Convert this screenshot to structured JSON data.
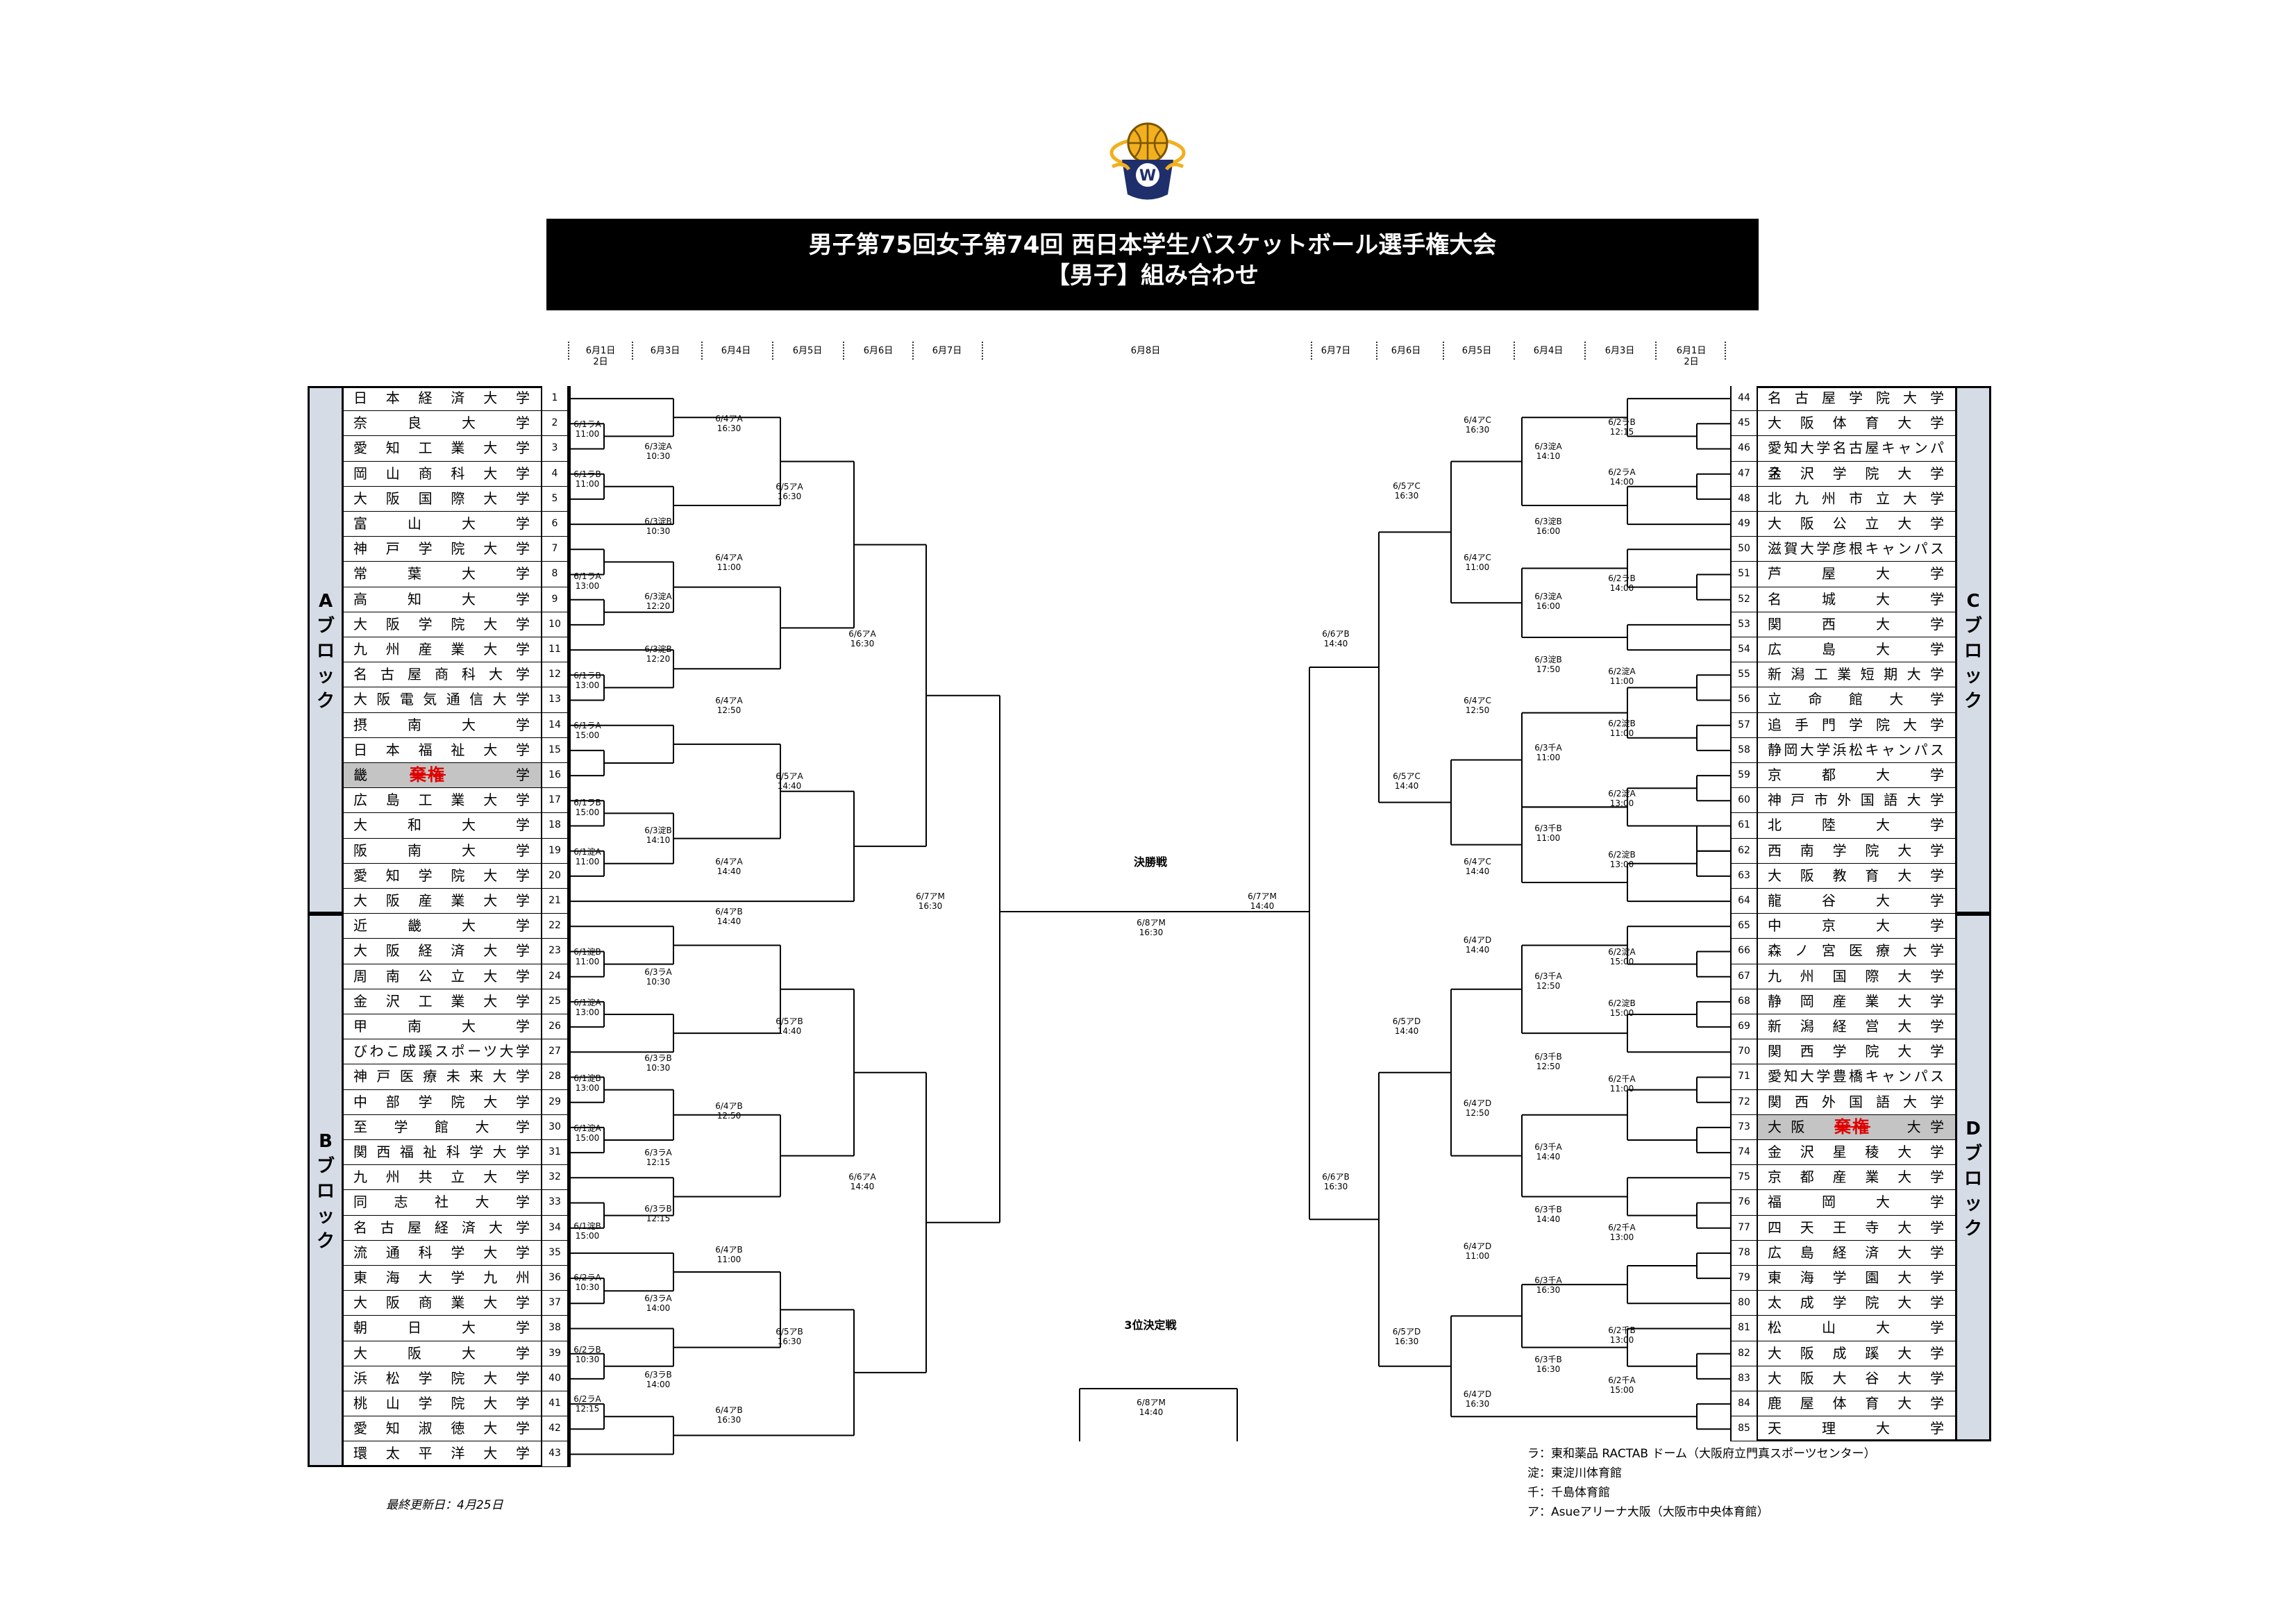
{
  "title": {
    "line1": "男子第75回女子第74回 西日本学生バスケットボール選手権大会",
    "line2": "【男子】組み合わせ"
  },
  "dates_left": [
    "6月1日\n2日",
    "6月3日",
    "6月4日",
    "6月5日",
    "6月6日",
    "6月7日"
  ],
  "date_center": "6月8日",
  "dates_right": [
    "6月7日",
    "6月6日",
    "6月5日",
    "6月4日",
    "6月3日",
    "6月1日\n2日"
  ],
  "blocks": {
    "A": "Aブロック",
    "B": "Bブロック",
    "C": "Cブロック",
    "D": "Dブロック"
  },
  "teams_left": [
    {
      "no": "1",
      "name": "日本経済大学"
    },
    {
      "no": "2",
      "name": "奈良大学"
    },
    {
      "no": "3",
      "name": "愛知工業大学"
    },
    {
      "no": "4",
      "name": "岡山商科大学"
    },
    {
      "no": "5",
      "name": "大阪国際大学"
    },
    {
      "no": "6",
      "name": "富山大学"
    },
    {
      "no": "7",
      "name": "神戸学院大学"
    },
    {
      "no": "8",
      "name": "常葉大学"
    },
    {
      "no": "9",
      "name": "高知大学"
    },
    {
      "no": "10",
      "name": "大阪学院大学"
    },
    {
      "no": "11",
      "name": "九州産業大学"
    },
    {
      "no": "12",
      "name": "名古屋商科大学"
    },
    {
      "no": "13",
      "name": "大阪電気通信大学"
    },
    {
      "no": "14",
      "name": "摂南大学"
    },
    {
      "no": "15",
      "name": "日本福祉大学"
    },
    {
      "no": "16",
      "name": "畿　　　　　学",
      "status": "棄権",
      "disqualified": true
    },
    {
      "no": "17",
      "name": "広島工業大学"
    },
    {
      "no": "18",
      "name": "大和大学"
    },
    {
      "no": "19",
      "name": "阪南大学"
    },
    {
      "no": "20",
      "name": "愛知学院大学"
    },
    {
      "no": "21",
      "name": "大阪産業大学"
    },
    {
      "no": "22",
      "name": "近畿大学"
    },
    {
      "no": "23",
      "name": "大阪経済大学"
    },
    {
      "no": "24",
      "name": "周南公立大学"
    },
    {
      "no": "25",
      "name": "金沢工業大学"
    },
    {
      "no": "26",
      "name": "甲南大学"
    },
    {
      "no": "27",
      "name": "びわこ成蹊スポーツ大学"
    },
    {
      "no": "28",
      "name": "神戸医療未来大学"
    },
    {
      "no": "29",
      "name": "中部学院大学"
    },
    {
      "no": "30",
      "name": "至学館大学"
    },
    {
      "no": "31",
      "name": "関西福祉科学大学"
    },
    {
      "no": "32",
      "name": "九州共立大学"
    },
    {
      "no": "33",
      "name": "同志社大学"
    },
    {
      "no": "34",
      "name": "名古屋経済大学"
    },
    {
      "no": "35",
      "name": "流通科学大学"
    },
    {
      "no": "36",
      "name": "東海大学九州"
    },
    {
      "no": "37",
      "name": "大阪商業大学"
    },
    {
      "no": "38",
      "name": "朝日大学"
    },
    {
      "no": "39",
      "name": "大阪大学"
    },
    {
      "no": "40",
      "name": "浜松学院大学"
    },
    {
      "no": "41",
      "name": "桃山学院大学"
    },
    {
      "no": "42",
      "name": "愛知淑徳大学"
    },
    {
      "no": "43",
      "name": "環太平洋大学"
    }
  ],
  "teams_right": [
    {
      "no": "44",
      "name": "名古屋学院大学"
    },
    {
      "no": "45",
      "name": "大阪体育大学"
    },
    {
      "no": "46",
      "name": "愛知大学名古屋キャンパス"
    },
    {
      "no": "47",
      "name": "金沢学院大学"
    },
    {
      "no": "48",
      "name": "北九州市立大学"
    },
    {
      "no": "49",
      "name": "大阪公立大学"
    },
    {
      "no": "50",
      "name": "滋賀大学彦根キャンパス"
    },
    {
      "no": "51",
      "name": "芦屋大学"
    },
    {
      "no": "52",
      "name": "名城大学"
    },
    {
      "no": "53",
      "name": "関西大学"
    },
    {
      "no": "54",
      "name": "広島大学"
    },
    {
      "no": "55",
      "name": "新潟工業短期大学"
    },
    {
      "no": "56",
      "name": "立命館大学"
    },
    {
      "no": "57",
      "name": "追手門学院大学"
    },
    {
      "no": "58",
      "name": "静岡大学浜松キャンパス"
    },
    {
      "no": "59",
      "name": "京都大学"
    },
    {
      "no": "60",
      "name": "神戸市外国語大学"
    },
    {
      "no": "61",
      "name": "北陸大学"
    },
    {
      "no": "62",
      "name": "西南学院大学"
    },
    {
      "no": "63",
      "name": "大阪教育大学"
    },
    {
      "no": "64",
      "name": "龍谷大学"
    },
    {
      "no": "65",
      "name": "中京大学"
    },
    {
      "no": "66",
      "name": "森ノ宮医療大学"
    },
    {
      "no": "67",
      "name": "九州国際大学"
    },
    {
      "no": "68",
      "name": "静岡産業大学"
    },
    {
      "no": "69",
      "name": "新潟経営大学"
    },
    {
      "no": "70",
      "name": "関西学院大学"
    },
    {
      "no": "71",
      "name": "愛知大学豊橋キャンパス"
    },
    {
      "no": "72",
      "name": "関西外国語大学"
    },
    {
      "no": "73",
      "name": "大阪　　　　大学",
      "status": "棄権",
      "disqualified": true
    },
    {
      "no": "74",
      "name": "金沢星稜大学"
    },
    {
      "no": "75",
      "name": "京都産業大学"
    },
    {
      "no": "76",
      "name": "福岡大学"
    },
    {
      "no": "77",
      "name": "四天王寺大学"
    },
    {
      "no": "78",
      "name": "広島経済大学"
    },
    {
      "no": "79",
      "name": "東海学園大学"
    },
    {
      "no": "80",
      "name": "太成学院大学"
    },
    {
      "no": "81",
      "name": "松山大学"
    },
    {
      "no": "82",
      "name": "大阪成蹊大学"
    },
    {
      "no": "83",
      "name": "大阪大谷大学"
    },
    {
      "no": "84",
      "name": "鹿屋体育大学"
    },
    {
      "no": "85",
      "name": "天理大学"
    }
  ],
  "match_labels_left": [
    "6/1ラA\n11:00",
    "6/1ラB\n11:00",
    "6/1ラA\n13:00",
    "6/1ラB\n13:00",
    "6/1ラA\n15:00",
    "6/1ラB\n15:00",
    "6/1淀A\n11:00",
    "6/1淀B\n11:00",
    "6/1淀A\n13:00",
    "6/1淀B\n13:00",
    "6/1淀A\n15:00",
    "6/1淀B\n15:00",
    "6/2ラA\n10:30",
    "6/2ラB\n10:30",
    "6/2ラA\n12:15",
    "6/3淀A\n10:30",
    "6/3淀B\n10:30",
    "6/3淀A\n12:20",
    "6/3淀B\n12:20",
    "6/3淀B\n14:10",
    "6/3ラA\n10:30",
    "6/3ラB\n10:30",
    "6/3ラA\n12:15",
    "6/3ラB\n12:15",
    "6/3ラA\n14:00",
    "6/3ラB\n14:00",
    "6/4アA\n16:30",
    "6/4アA\n11:00",
    "6/4アA\n12:50",
    "6/4アA\n14:40",
    "6/4アB\n14:40",
    "6/4アB\n12:50",
    "6/4アB\n11:00",
    "6/4アB\n16:30",
    "6/5アA\n16:30",
    "6/5アA\n14:40",
    "6/5アB\n14:40",
    "6/5アB\n16:30",
    "6/6アA\n16:30",
    "6/6アA\n14:40",
    "6/7アM\n16:30"
  ],
  "match_labels_right": [
    "6/2ラB\n12:15",
    "6/2ラA\n14:00",
    "6/2ラB\n14:00",
    "6/2淀A\n11:00",
    "6/2淀B\n11:00",
    "6/2淀A\n13:00",
    "6/2淀B\n13:00",
    "6/2淀A\n15:00",
    "6/2淀B\n15:00",
    "6/2千A\n11:00",
    "6/2千A\n13:00",
    "6/2千B\n13:00",
    "6/2千A\n15:00",
    "6/3淀A\n14:10",
    "6/3淀B\n16:00",
    "6/3淀A\n16:00",
    "6/3淀B\n17:50",
    "6/3千A\n11:00",
    "6/3千B\n11:00",
    "6/3千A\n12:50",
    "6/3千B\n12:50",
    "6/3千A\n14:40",
    "6/3千B\n14:40",
    "6/3千A\n16:30",
    "6/3千B\n16:30",
    "6/4アC\n16:30",
    "6/4アC\n11:00",
    "6/4アC\n12:50",
    "6/4アC\n14:40",
    "6/4アD\n14:40",
    "6/4アD\n12:50",
    "6/4アD\n11:00",
    "6/4アD\n16:30",
    "6/5アC\n16:30",
    "6/5アC\n14:40",
    "6/5アD\n14:40",
    "6/5アD\n16:30",
    "6/6アB\n14:40",
    "6/6アB\n16:30",
    "6/7アM\n14:40"
  ],
  "final": {
    "title": "決勝戦",
    "time": "6/8アM\n16:30"
  },
  "third_place": {
    "title": "3位決定戦",
    "time": "6/8アM\n14:40"
  },
  "legend": [
    "ラ：東和薬品 RACTAB ドーム（大阪府立門真スポーツセンター）",
    "淀：東淀川体育館",
    "千：千島体育館",
    "ア：Asueアリーナ大阪（大阪市中央体育館）"
  ],
  "updated": "最終更新日：4月25日",
  "colors": {
    "block_bg": "#d5dce6",
    "disqualified_bg": "#c4c4c4",
    "vacate_red": "#e00000",
    "logo_navy": "#1f2f6b",
    "logo_gold": "#f2b01e"
  },
  "logo_letter": "W"
}
